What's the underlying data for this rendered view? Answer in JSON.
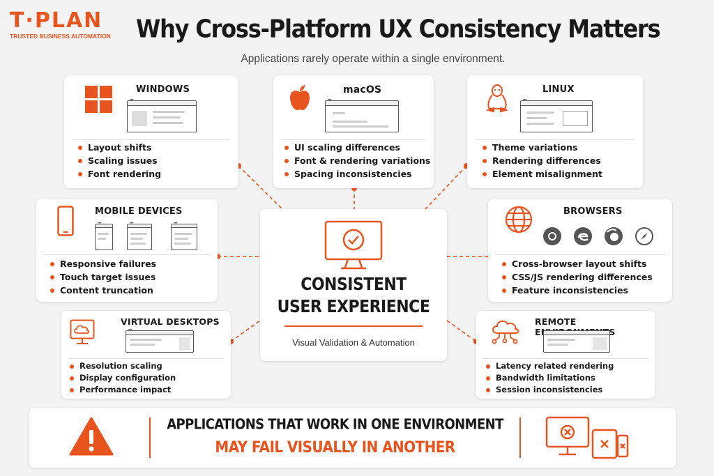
{
  "brand": {
    "logo_text": "T·PLAN",
    "tagline": "TRUSTED BUSINESS AUTOMATION"
  },
  "header": {
    "title": "Why Cross-Platform UX Consistency Matters",
    "subtitle": "Applications rarely operate within a single environment."
  },
  "center": {
    "title_line1": "CONSISTENT",
    "title_line2": "USER EXPERIENCE",
    "caption": "Visual Validation & Automation"
  },
  "cards": {
    "windows": {
      "title": "WINDOWS",
      "items": [
        "Layout shifts",
        "Scaling issues",
        "Font rendering"
      ]
    },
    "macos": {
      "title": "macOS",
      "items": [
        "UI scaling differences",
        "Font & rendering variations",
        "Spacing inconsistencies"
      ]
    },
    "linux": {
      "title": "LINUX",
      "items": [
        "Theme variations",
        "Rendering differences",
        "Element misalignment"
      ]
    },
    "mobile": {
      "title": "MOBILE DEVICES",
      "items": [
        "Responsive failures",
        "Touch target issues",
        "Content truncation"
      ]
    },
    "browsers": {
      "title": "BROWSERS",
      "items": [
        "Cross-browser layout shifts",
        "CSS/JS rendering differences",
        "Feature inconsistencies"
      ]
    },
    "virtual": {
      "title": "VIRTUAL DESKTOPS",
      "items": [
        "Resolution scaling",
        "Display configuration",
        "Performance impact"
      ]
    },
    "remote": {
      "title": "REMOTE ENVIRONMENTS",
      "items": [
        "Latency related rendering",
        "Bandwidth limitations",
        "Session inconsistencies"
      ]
    }
  },
  "footer": {
    "line1": "APPLICATIONS THAT WORK IN ONE ENVIRONMENT",
    "line2": "MAY FAIL VISUALLY IN ANOTHER"
  },
  "colors": {
    "accent": "#e8541e",
    "text": "#1a1a1a",
    "background": "#f3f3f3"
  }
}
